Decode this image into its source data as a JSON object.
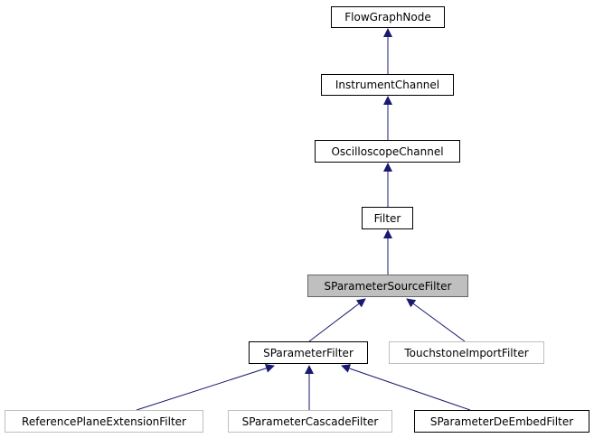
{
  "diagram": {
    "nodes": {
      "flowgraphnode": "FlowGraphNode",
      "instrumentchannel": "InstrumentChannel",
      "oscilloscopechannel": "OscilloscopeChannel",
      "filter": "Filter",
      "sparametersourcefilter": "SParameterSourceFilter",
      "sparameterfilter": "SParameterFilter",
      "touchstoneimportfilter": "TouchstoneImportFilter",
      "referenceplaneextensionfilter": "ReferencePlaneExtensionFilter",
      "sparametercascadefilter": "SParameterCascadeFilter",
      "sparameterdeembedfilter": "SParameterDeEmbedFilter"
    },
    "colors": {
      "edge": "#191970",
      "current_node_fill": "#bfbfbf",
      "undocumented_border": "#bfbfbf"
    }
  }
}
